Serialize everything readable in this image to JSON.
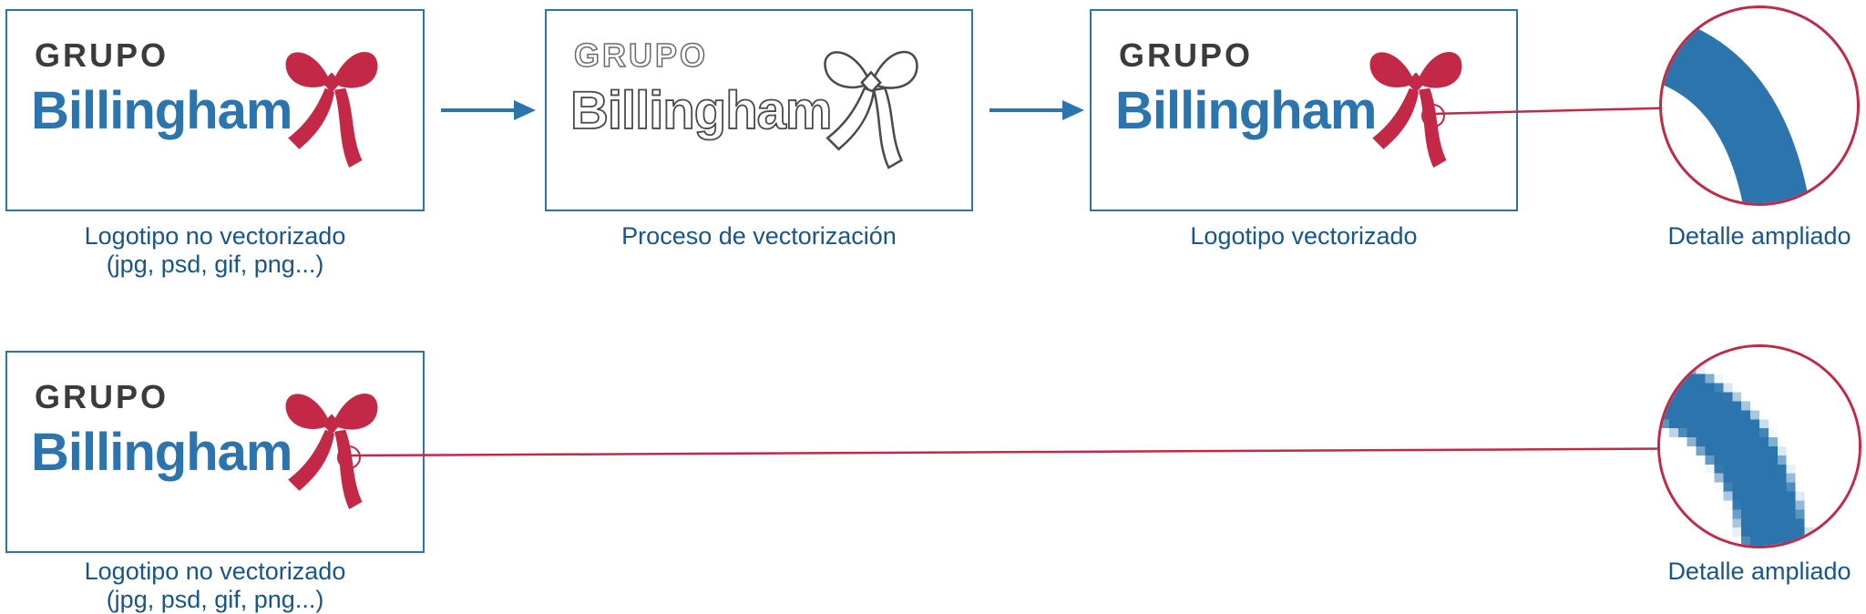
{
  "colors": {
    "blue": "#2b74ad",
    "red": "#c42847",
    "dark_text": "#3b3b3b",
    "caption_text": "#17568a",
    "outline_gray": "#4a4a4a",
    "white": "#ffffff"
  },
  "logo": {
    "grupo": "GRUPO",
    "billingham": "Billingham"
  },
  "flow": {
    "box1_caption_line1": "Logotipo no vectorizado",
    "box1_caption_line2": "(jpg, psd, gif, png...)",
    "box2_caption": "Proceso de vectorización",
    "box3_caption": "Logotipo vectorizado",
    "detail_top_caption": "Detalle ampliado"
  },
  "bottom": {
    "box_caption_line1": "Logotipo no vectorizado",
    "box_caption_line2": "(jpg, psd, gif, png...)",
    "detail_caption": "Detalle ampliado"
  },
  "icons": {
    "bow": "ribbon-bow-icon",
    "arrow": "arrow-right-icon",
    "magnifier": "magnifier-circle-icon",
    "detail_vector": "smooth-curve-detail",
    "detail_raster": "pixelated-curve-detail"
  }
}
